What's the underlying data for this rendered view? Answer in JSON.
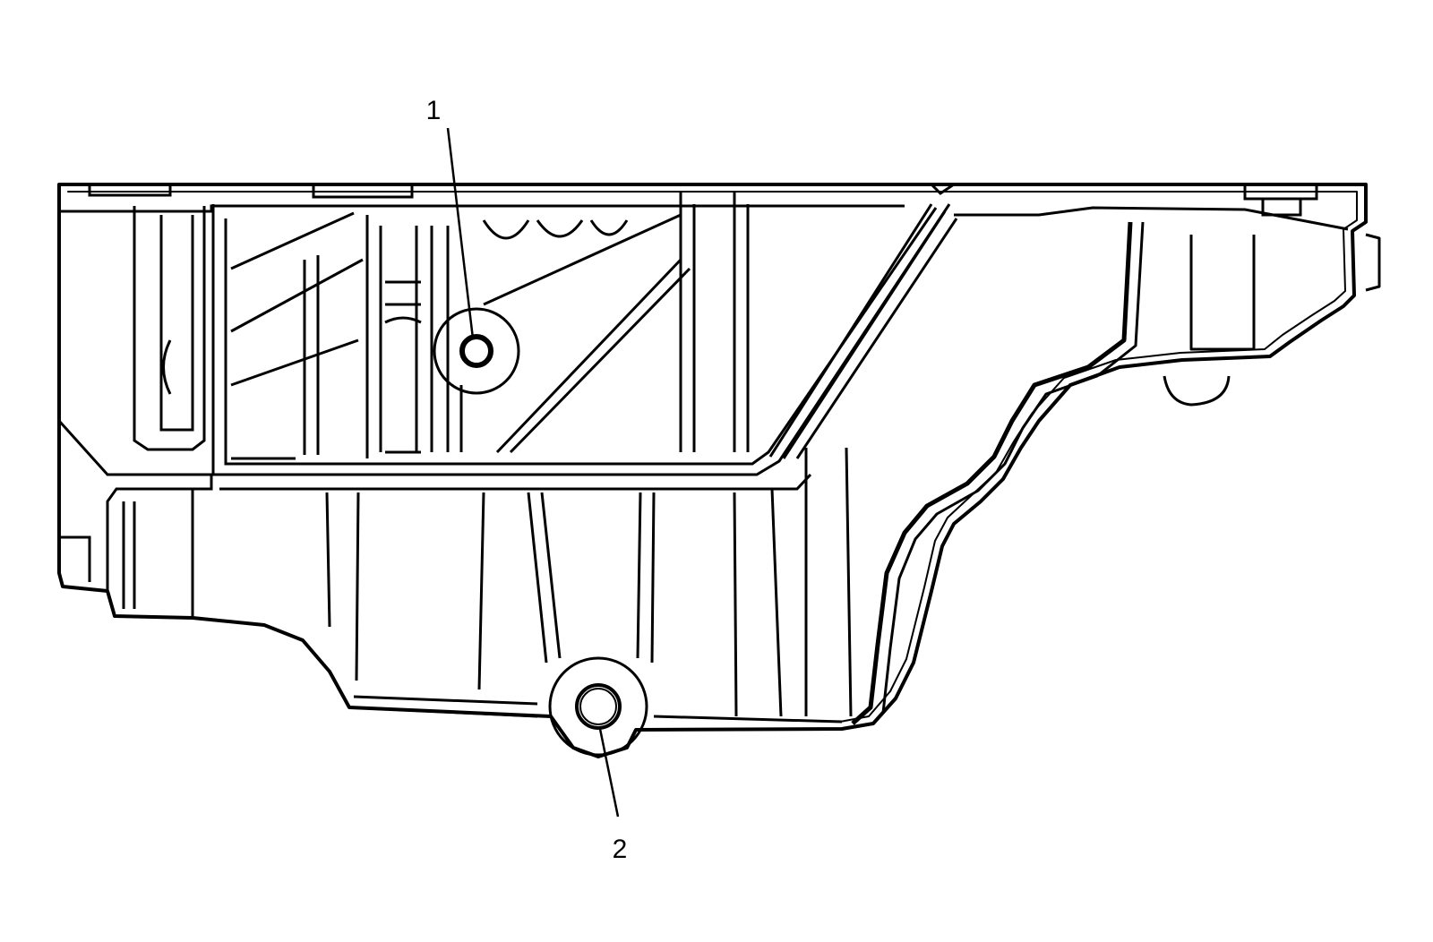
{
  "diagram": {
    "style": {
      "line_color": "#000000",
      "background": "#ffffff"
    },
    "callouts": [
      {
        "number": "1",
        "target": "upper-drain-plug"
      },
      {
        "number": "2",
        "target": "lower-drain-plug"
      }
    ]
  }
}
